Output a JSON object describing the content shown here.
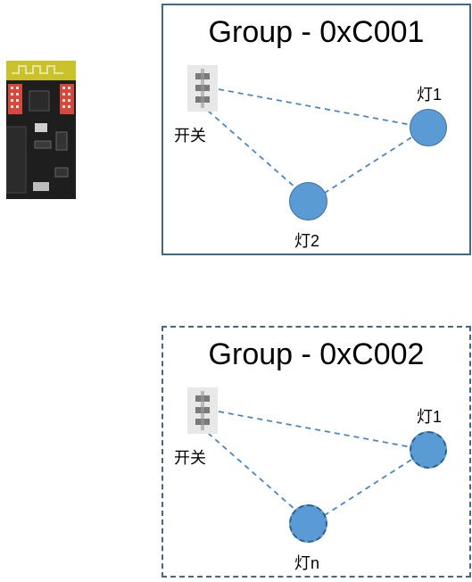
{
  "device": {
    "icon": "zigbee-dev-board-image"
  },
  "groups": [
    {
      "title": "Group - 0xC001",
      "switch_label": "开关",
      "switch_icon": "switch-icon",
      "lamps": [
        "灯1",
        "灯2"
      ]
    },
    {
      "title": "Group - 0xC002",
      "switch_label": "开关",
      "switch_icon": "switch-icon",
      "lamps": [
        "灯1",
        "灯n"
      ]
    }
  ],
  "colors": {
    "lamp_fill": "#5b9bd5",
    "link": "#4a86c6",
    "frame": "#3f6a86",
    "board_pcb": "#1e1e1e",
    "board_antenna": "#c9c22a"
  }
}
